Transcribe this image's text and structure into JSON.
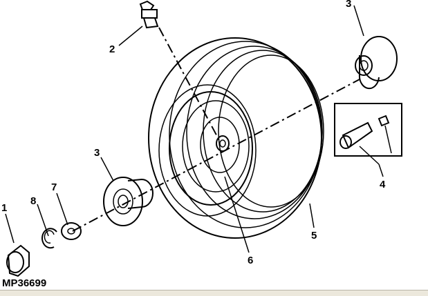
{
  "figure_id": "MP36699",
  "callouts": {
    "c1": "1",
    "c2": "2",
    "c3_top": "3",
    "c3_left": "3",
    "c4": "4",
    "c5": "5",
    "c6": "6",
    "c7": "7",
    "c8": "8"
  }
}
